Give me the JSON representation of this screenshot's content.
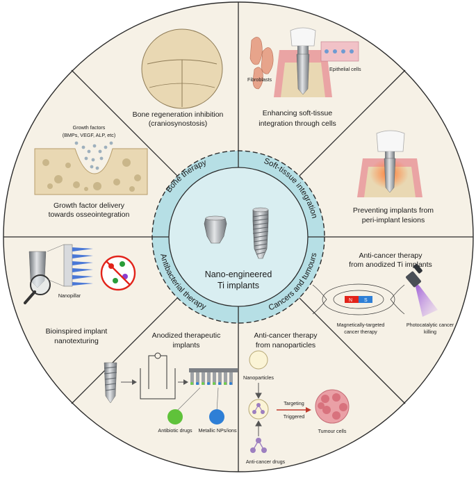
{
  "center": {
    "line1": "Nano-engineered",
    "line2": "Ti implants"
  },
  "ring": {
    "bone": "Bone therapy",
    "soft": "Soft-tissue integration",
    "cancer": "Cancers and tumours",
    "antibacterial": "Antibacterial therapy"
  },
  "sectors": {
    "bone_regen": {
      "line1": "Bone regeneration inhibition",
      "line2": "(craniosynostosis)"
    },
    "growth": {
      "title1": "Growth factors",
      "title2": "(BMPs, VEGF, ALP, etc)",
      "line1": "Growth factor delivery",
      "line2": "towards osseointegration"
    },
    "soft_tissue": {
      "fibroblasts": "Fibroblasts",
      "epithelial": "Epithelial cells",
      "line1": "Enhancing soft-tissue",
      "line2": "integration through cells"
    },
    "peri": {
      "line1": "Preventing implants from",
      "line2": "peri-implant lesions"
    },
    "anodized_cancer": {
      "line1": "Anti-cancer therapy",
      "line2": "from anodized Ti implants",
      "mag1": "Magnetically-targeted",
      "mag2": "cancer therapy",
      "photo1": "Photocatalytic cancer",
      "photo2": "killing",
      "magnet_n": "N",
      "magnet_s": "S"
    },
    "nano_cancer": {
      "line1": "Anti-cancer therapy",
      "line2": "from nanoparticles",
      "nanoparticles": "Nanoparticles",
      "targeting": "Targeting",
      "triggered": "Triggered",
      "tumour": "Tumour cells",
      "drugs": "Anti-cancer drugs"
    },
    "anodized_thera": {
      "line1": "Anodized therapeutic",
      "line2": "implants",
      "antibiotic": "Antibiotic drugs",
      "metallic": "Metallic NPs/ions"
    },
    "bioinspired": {
      "nanopillar": "Nanopillar",
      "line1": "Bioinspired implant",
      "line2": "nanotexturing"
    }
  },
  "colors": {
    "sector_bg": "#f6f1e6",
    "ring_teal": "#b6dfe5",
    "center_bg": "#d9eef1",
    "bone": "#e9d8b3",
    "implant": "#9ea2a6",
    "gum": "#e8a4a4",
    "red": "#e2231a",
    "blue": "#2e7fd6"
  }
}
